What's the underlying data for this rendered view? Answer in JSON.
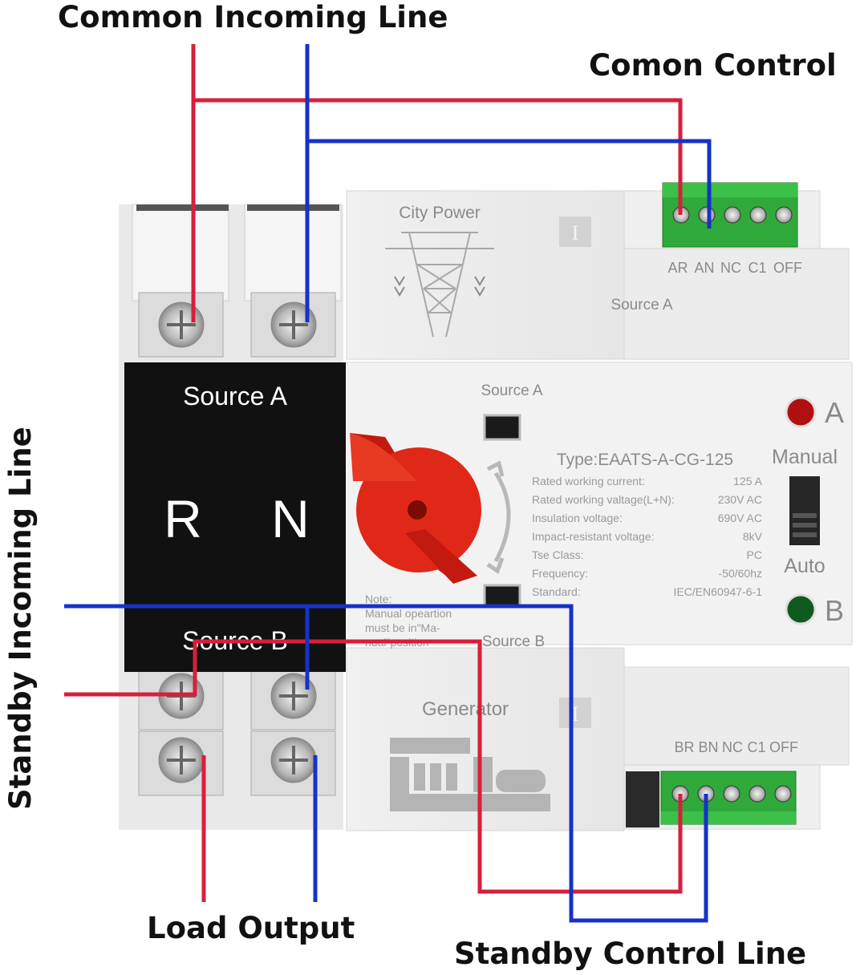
{
  "callouts": {
    "common_incoming": "Common Incoming Line",
    "common_control": "Comon Control",
    "standby_incoming": "Standby Incoming Line",
    "load_output": "Load Output",
    "standby_control": "Standby Control Line"
  },
  "top_module": {
    "title": "City Power",
    "indicator": "I",
    "source_label": "Source A",
    "terminals": [
      "AR",
      "AN",
      "NC",
      "C1",
      "OFF"
    ]
  },
  "bottom_module": {
    "title": "Generator",
    "indicator": "I",
    "terminals": [
      "BR",
      "BN",
      "NC",
      "C1",
      "OFF"
    ]
  },
  "black_panel": {
    "top_label": "Source A",
    "r_label": "R",
    "n_label": "N",
    "bottom_label": "Source B"
  },
  "center": {
    "source_a": "Source A",
    "source_b": "Source B",
    "type": "Type:EAATS-A-CG-125",
    "specs": [
      {
        "name": "Rated working current:",
        "value": "125   A"
      },
      {
        "name": "Rated working valtage(L+N):",
        "value": "230V AC"
      },
      {
        "name": "Insulation voltage:",
        "value": "690V AC"
      },
      {
        "name": "Impact-resistant voltage:",
        "value": "8kV"
      },
      {
        "name": "Tse Class:",
        "value": "PC"
      },
      {
        "name": "Frequency:",
        "value": "-50/60hz"
      },
      {
        "name": "Standard:",
        "value": "IEC/EN60947-6-1"
      }
    ],
    "note": [
      "Note:",
      "Manual opeartion",
      "must be in\"Ma-",
      "nual\"position"
    ],
    "indicator_a": "A",
    "indicator_b": "B",
    "manual": "Manual",
    "auto": "Auto"
  },
  "colors": {
    "live_wire": "#d81e3c",
    "neutral_wire": "#1532c8",
    "terminal_block": "#2faa3a",
    "handle": "#e02818",
    "lamp_a": "#b01010",
    "lamp_b": "#0f5a1e"
  }
}
